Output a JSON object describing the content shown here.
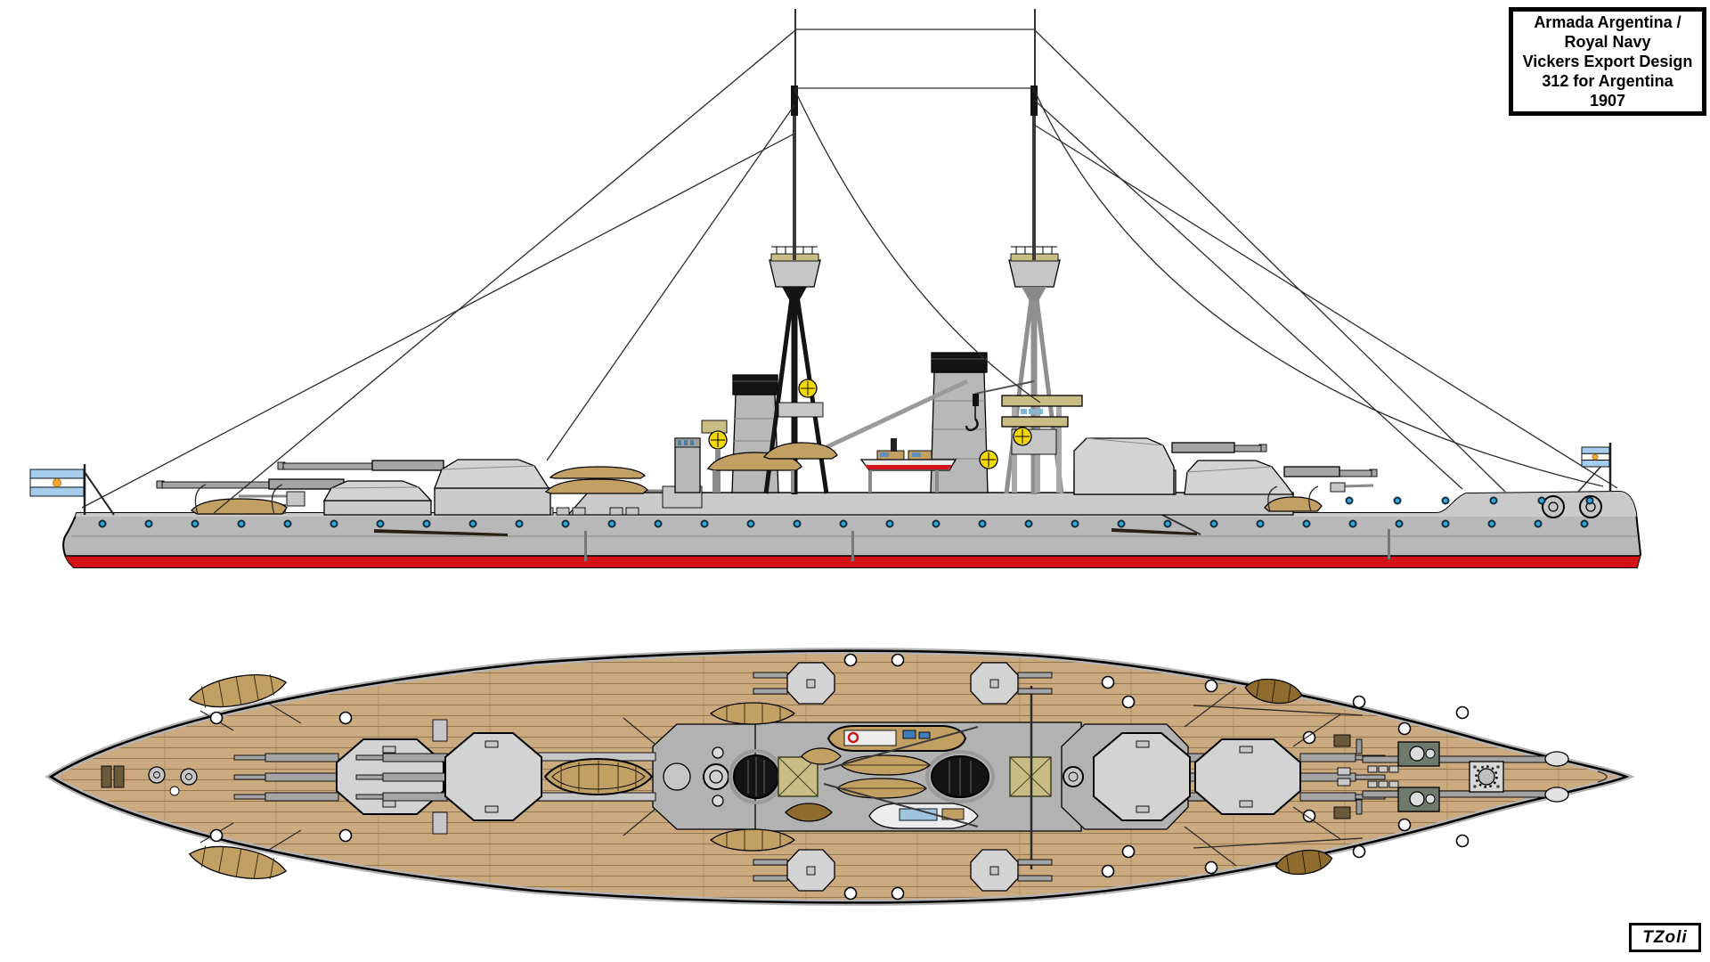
{
  "title_box": {
    "lines": [
      "Armada Argentina /",
      "Royal Navy",
      "Vickers Export Design",
      "312 for Argentina",
      "1907"
    ]
  },
  "signature": {
    "text": "TZoli"
  },
  "icons": {
    "bow_flag": "argentina-flag",
    "stern_flag": "argentina-flag"
  },
  "colors": {
    "hull_gray": "#b8b8b8",
    "hull_light": "#cacaca",
    "waterline_red": "#d31216",
    "deck_wood": "#cbaa80",
    "plank_seam": "#94774f",
    "superstructure_gray": "#b2b2b2",
    "turret_gray": "#d3d3d3",
    "barrel_gray": "#a5a5a5",
    "canvas_khaki": "#c9bd85",
    "searchlight_yellow": "#f2d800",
    "porthole_blue": "#35a7e0",
    "flag_blue": "#a6cdeb",
    "flag_sun": "#f0a830",
    "boat_wood": "#c2a064",
    "boat_dark": "#8f6c2e",
    "funnel_black": "#141414",
    "olive": "#6f7a6c",
    "launch_white": "#ededed"
  }
}
